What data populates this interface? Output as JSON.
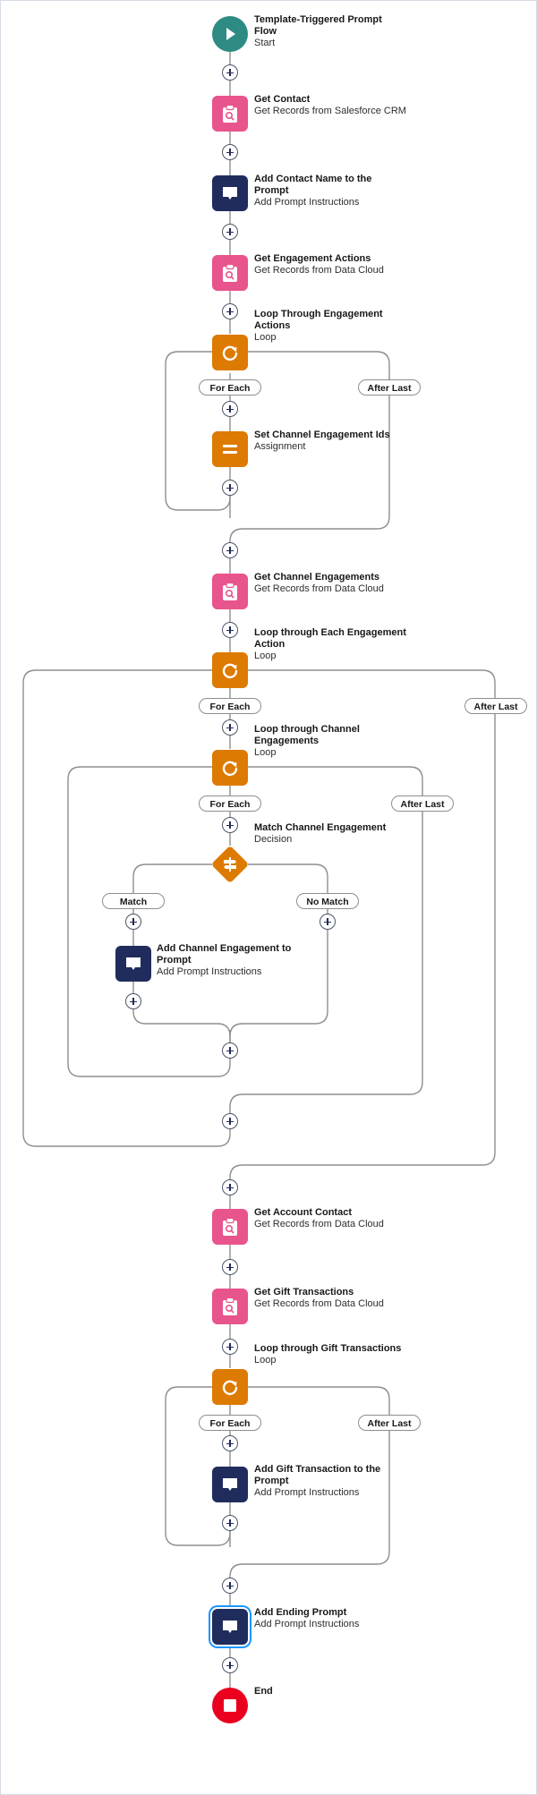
{
  "flow": {
    "start": {
      "title": "Template-Triggered Prompt Flow",
      "subtitle": "Start"
    },
    "end": {
      "title": "End"
    },
    "nodes": [
      {
        "title": "Get Contact",
        "subtitle": "Get Records from Salesforce CRM"
      },
      {
        "title": "Add Contact Name to the Prompt",
        "subtitle": "Add Prompt Instructions"
      },
      {
        "title": "Get Engagement Actions",
        "subtitle": "Get Records from Data Cloud"
      },
      {
        "title": "Loop Through Engagement Actions",
        "subtitle": "Loop"
      },
      {
        "title": "Set Channel Engagement Ids",
        "subtitle": "Assignment"
      },
      {
        "title": "Get Channel Engagements",
        "subtitle": "Get Records from Data Cloud"
      },
      {
        "title": "Loop through Each Engagement Action",
        "subtitle": "Loop"
      },
      {
        "title": "Loop through Channel Engagements",
        "subtitle": "Loop"
      },
      {
        "title": "Match Channel Engagement",
        "subtitle": "Decision"
      },
      {
        "title": "Add Channel Engagement to Prompt",
        "subtitle": "Add Prompt Instructions"
      },
      {
        "title": "Get Account Contact",
        "subtitle": "Get Records from Data Cloud"
      },
      {
        "title": "Get Gift Transactions",
        "subtitle": "Get Records from Data Cloud"
      },
      {
        "title": "Loop through Gift Transactions",
        "subtitle": "Loop"
      },
      {
        "title": "Add Gift Transaction to the Prompt",
        "subtitle": "Add Prompt Instructions"
      },
      {
        "title": "Add Ending Prompt",
        "subtitle": "Add Prompt Instructions"
      }
    ],
    "connectors": {
      "for_each": "For Each",
      "after_last": "After Last",
      "match": "Match",
      "no_match": "No Match"
    },
    "colors": {
      "start": "#2e8b84",
      "end": "#ea001e",
      "get_records": "#e8548c",
      "prompt_instructions": "#1f2c5c",
      "loop_assignment_decision": "#dd7a01",
      "connector_line": "#8e8e8e",
      "selection": "#1b96ff"
    },
    "icons": {
      "start": "play-icon",
      "end": "stop-icon",
      "get_records": "clipboard-search-icon",
      "prompt_instructions": "chat-bubble-icon",
      "loop": "loop-arrow-icon",
      "assignment": "equals-icon",
      "decision": "signpost-icon"
    }
  }
}
